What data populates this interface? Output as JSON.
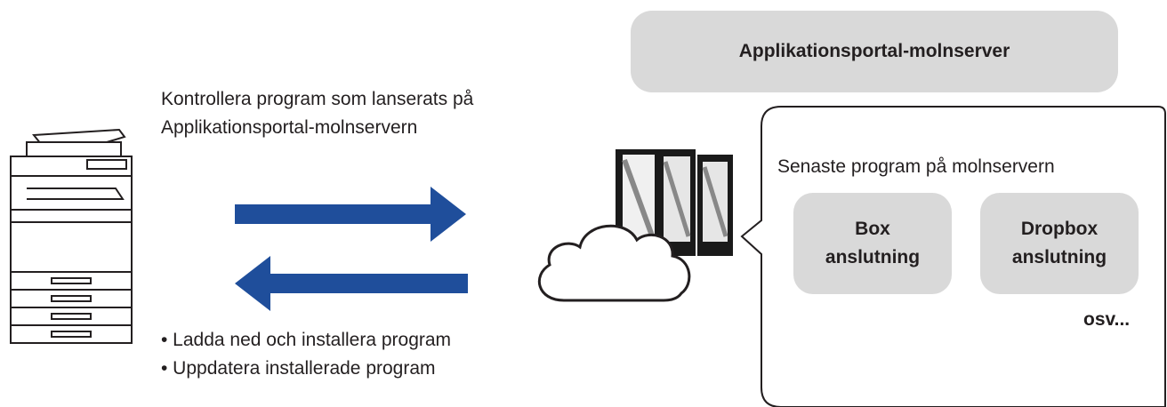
{
  "server_label": "Applikationsportal-molnserver",
  "check_text": {
    "line1": "Kontrollera program som lanserats på",
    "line2": "Applikationsportal-molnservern"
  },
  "actions": [
    "• Ladda ned och installera program",
    "• Uppdatera installerade program"
  ],
  "bubble": {
    "title": "Senaste program på molnservern",
    "apps": [
      {
        "line1": "Box",
        "line2": "anslutning"
      },
      {
        "line1": "Dropbox",
        "line2": "anslutning"
      }
    ],
    "etc": "osv..."
  },
  "colors": {
    "arrow": "#1f4e9b",
    "box": "#d9d9d9",
    "text": "#231f20"
  },
  "icons": [
    "printer-icon",
    "cloud-icon",
    "server-rack-icon"
  ]
}
